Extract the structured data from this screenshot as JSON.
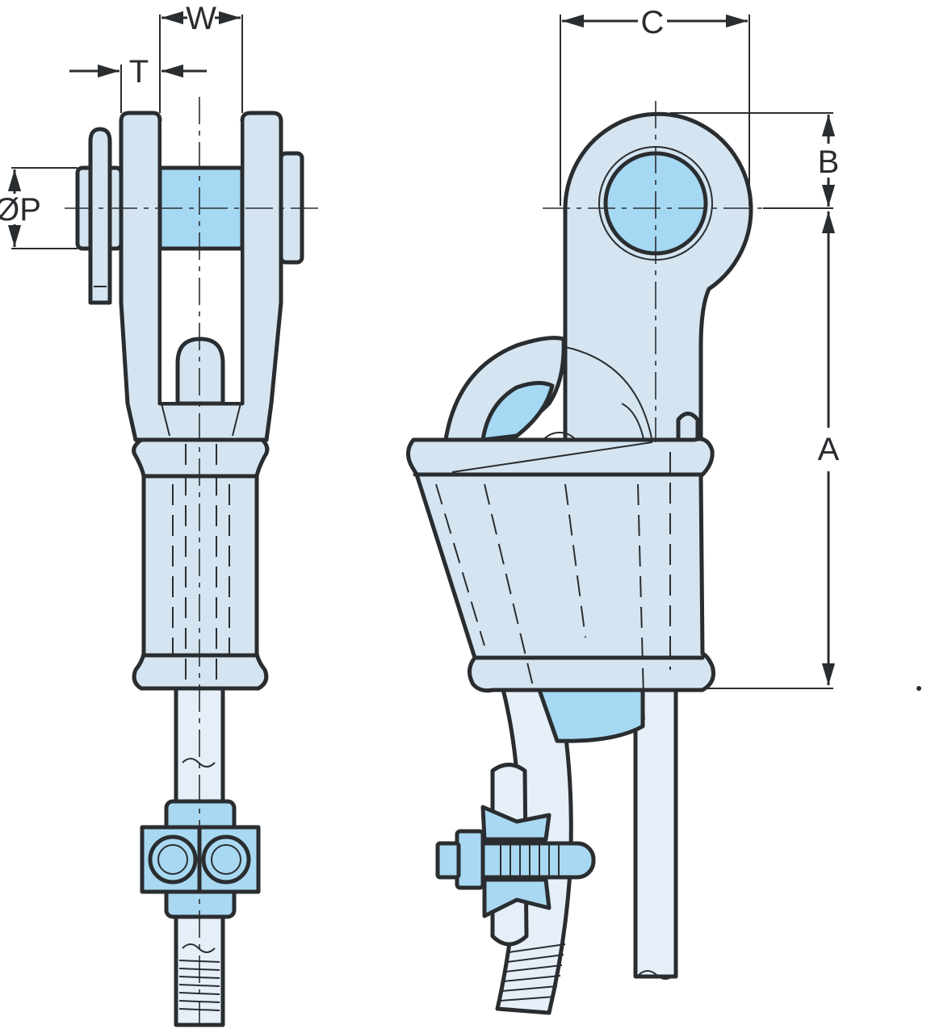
{
  "labels": {
    "w": "W",
    "t": "T",
    "p": "ØP",
    "c": "C",
    "b": "B",
    "a": "A"
  },
  "colors": {
    "outline": "#2a2d30",
    "body_fill": "#d4e5f1",
    "pin_fill": "#a5d8f3",
    "rod_fill": "#e6eff7"
  }
}
